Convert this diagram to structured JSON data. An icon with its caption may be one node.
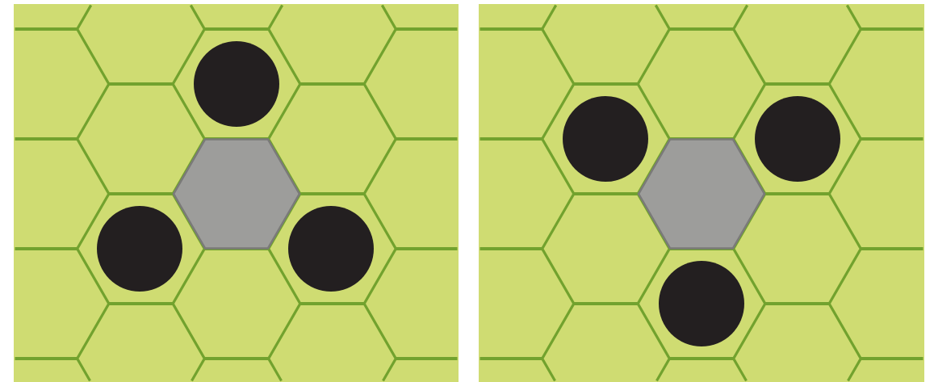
{
  "diagram": {
    "nodes": [
      {
        "text": [],
        "shape": "box"
      },
      {
        "text": [],
        "shape": "circle",
        "in": 0
      },
      {
        "text": [],
        "shape": "hexagon",
        "in": 0
      },
      {
        "text": [],
        "shape": "circle",
        "in": 0
      },
      {
        "text": [],
        "shape": "circle",
        "in": 0
      },
      {
        "text": [],
        "shape": "box"
      },
      {
        "text": [],
        "shape": "circle",
        "in": 5
      },
      {
        "text": [],
        "shape": "hexagon",
        "in": 5
      },
      {
        "text": [],
        "shape": "circle",
        "in": 5
      },
      {
        "text": [],
        "shape": "circle",
        "in": 5
      }
    ]
  }
}
